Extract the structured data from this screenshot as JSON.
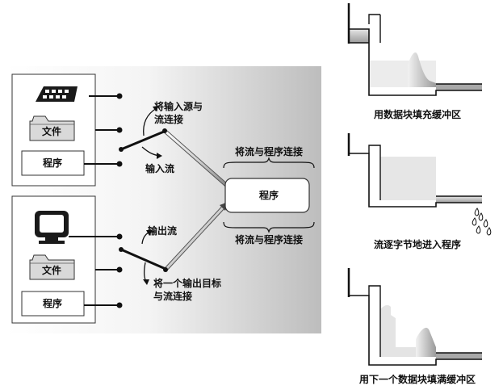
{
  "left_diagram": {
    "input_group": {
      "file_label": "文件",
      "program_label": "程序"
    },
    "output_group": {
      "file_label": "文件",
      "program_label": "程序"
    },
    "connect_input_source": "将输入源与",
    "connect_input_source_2": "流连接",
    "input_stream": "输入流",
    "output_stream": "输出流",
    "connect_output_target": "将一个输出目标",
    "connect_output_target_2": "与流连接",
    "connect_stream_program_top": "将流与程序连接",
    "connect_stream_program_bottom": "将流与程序连接",
    "program_box": "程序"
  },
  "right_diagram": {
    "caption_fill": "用数据块填充缓冲区",
    "caption_flow": "流逐字节地进入程序",
    "caption_refill": "用下一个数据块填满缓冲区"
  }
}
